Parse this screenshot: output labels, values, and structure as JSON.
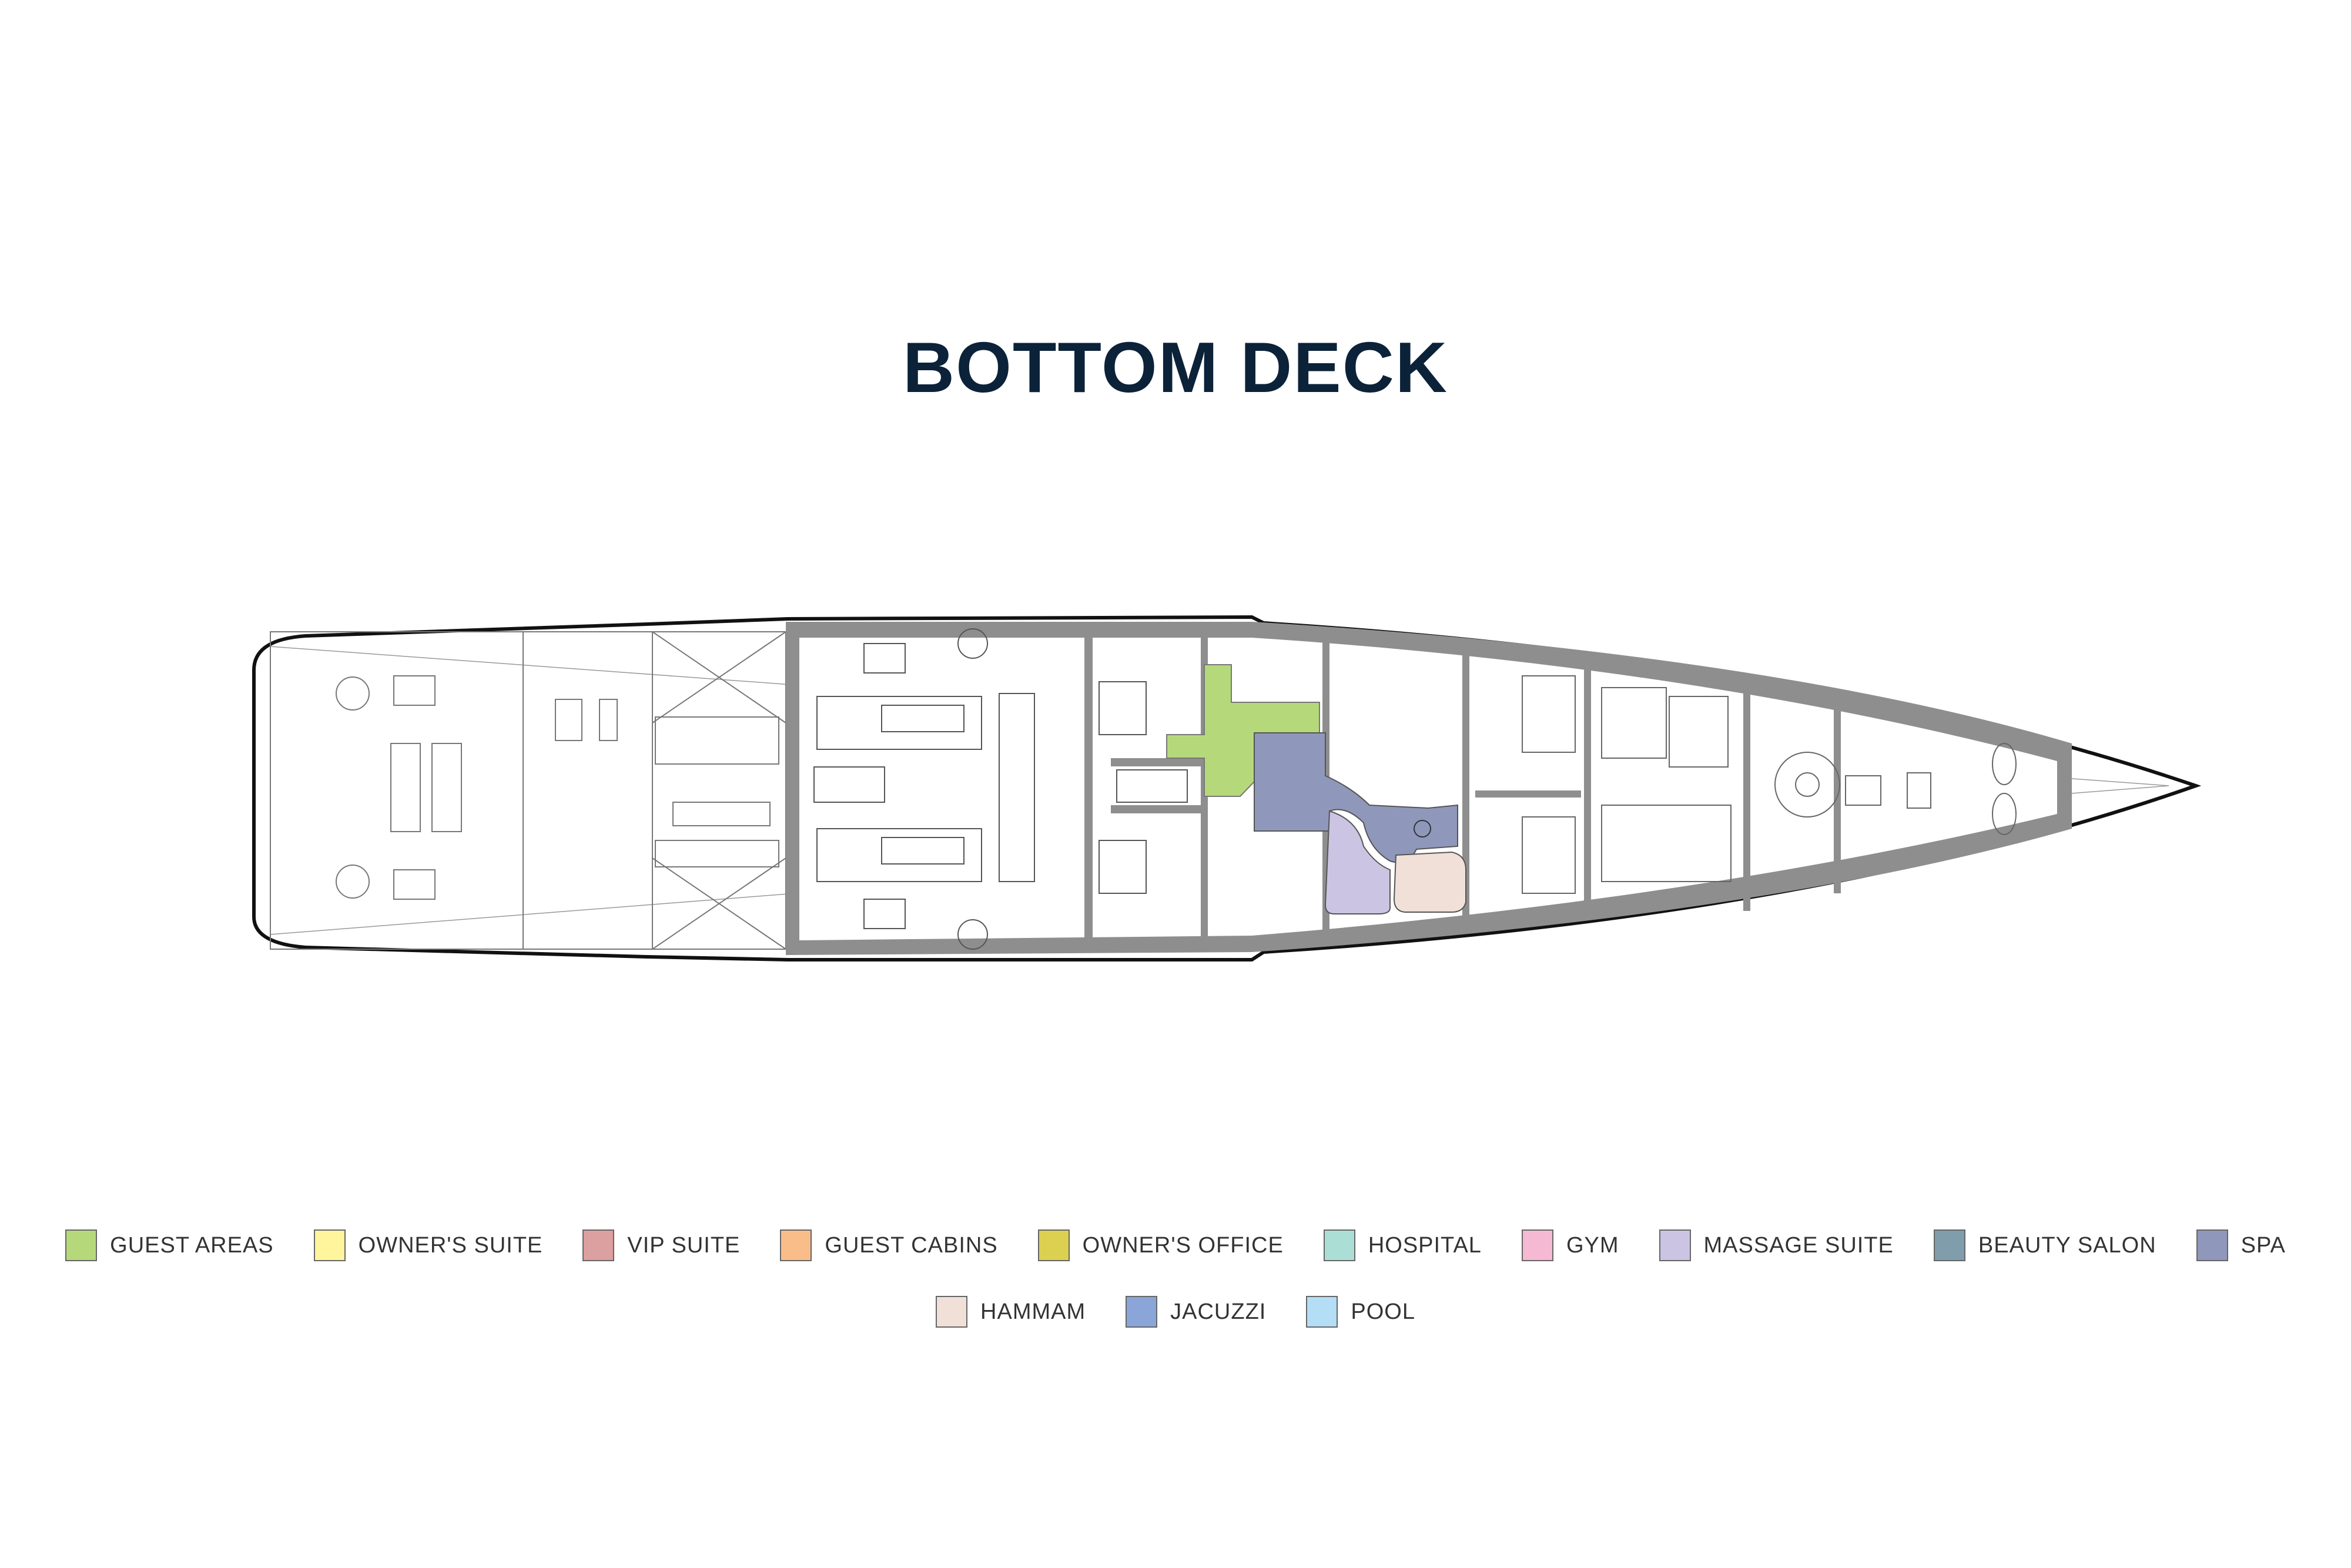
{
  "title": "BOTTOM DECK",
  "legend": {
    "row1": [
      {
        "label": "GUEST AREAS",
        "color": "#b5d97a"
      },
      {
        "label": "OWNER'S SUITE",
        "color": "#fff59d"
      },
      {
        "label": "VIP SUITE",
        "color": "#dca0a0"
      },
      {
        "label": "GUEST CABINS",
        "color": "#f9bd8a"
      },
      {
        "label": "OWNER'S OFFICE",
        "color": "#dcd050"
      },
      {
        "label": "HOSPITAL",
        "color": "#abdfd6"
      },
      {
        "label": "GYM",
        "color": "#f5b9d3"
      },
      {
        "label": "MASSAGE SUITE",
        "color": "#cbc4e2"
      },
      {
        "label": "BEAUTY SALON",
        "color": "#7f9dab"
      },
      {
        "label": "SPA",
        "color": "#8f98bb"
      }
    ],
    "row2": [
      {
        "label": "HAMMAM",
        "color": "#f0e0d8"
      },
      {
        "label": "JACUZZI",
        "color": "#8aa6d8"
      },
      {
        "label": "POOL",
        "color": "#b3def5"
      }
    ]
  }
}
